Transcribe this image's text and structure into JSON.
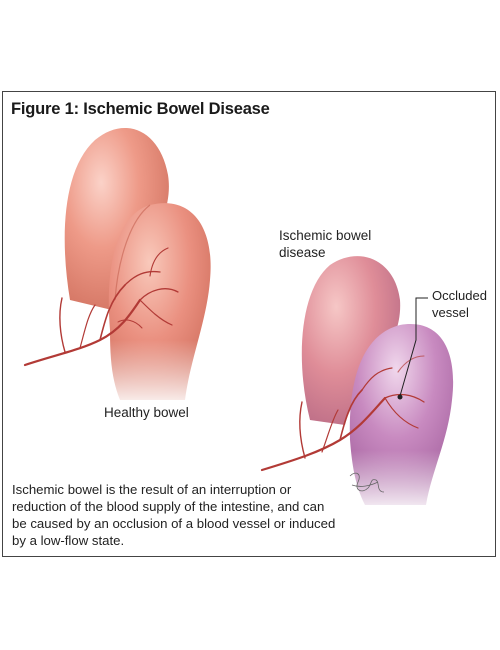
{
  "figure": {
    "title": "Figure 1: Ischemic Bowel Disease",
    "labels": {
      "ischemic": "Ischemic bowel disease",
      "occluded": "Occluded vessel",
      "healthy": "Healthy bowel"
    },
    "caption": "Ischemic bowel is the result of an interruption or reduction of the blood supply of the intestine, and can be caused by an occlusion of a blood vessel or induced by a low-flow state."
  },
  "colors": {
    "healthy_bowel": "#e88a78",
    "ischemic_bowel": "#c77ab0",
    "vessel": "#b23a36",
    "frame": "#444444"
  }
}
